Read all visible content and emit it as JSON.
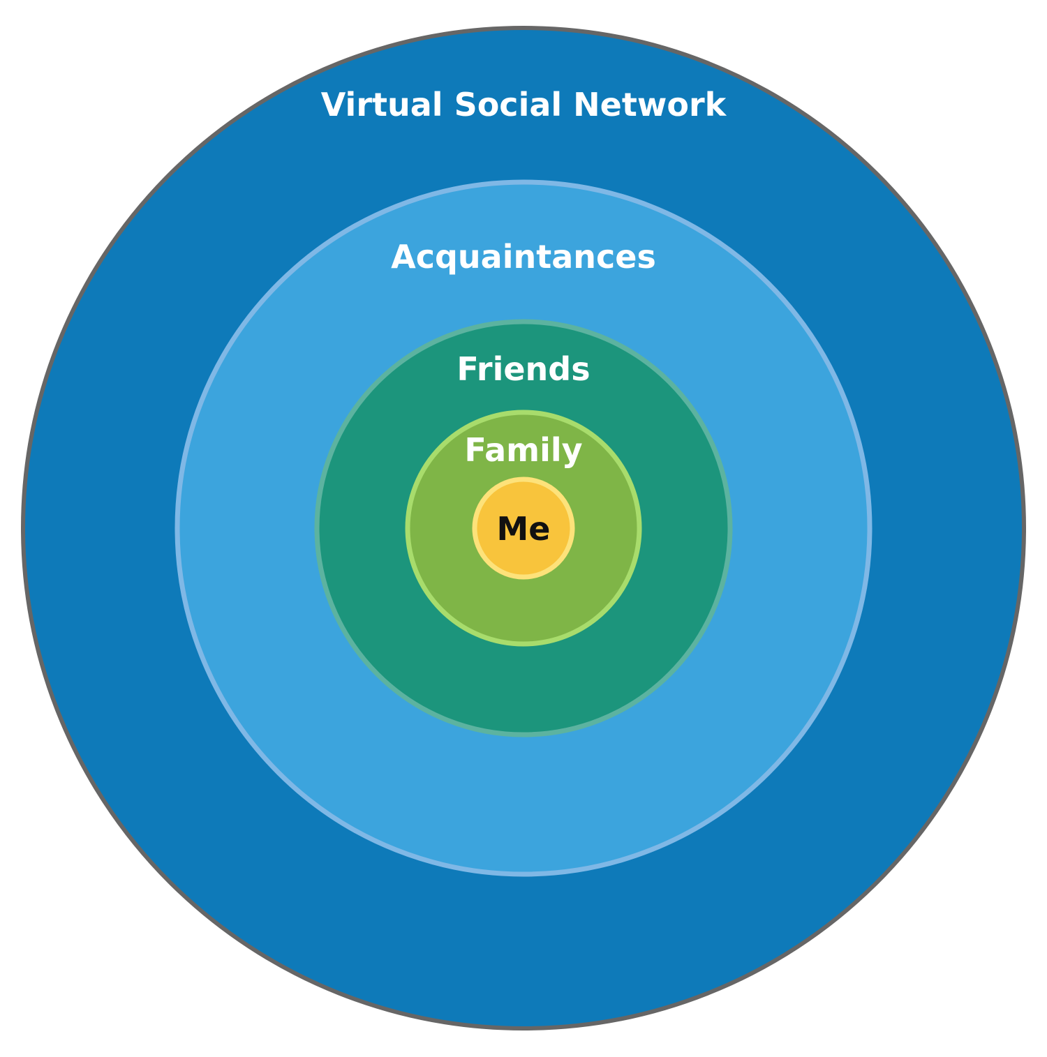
{
  "diagram": {
    "rings": [
      {
        "label": "Virtual Social Network",
        "fill": "#0e7ab9",
        "stroke": "#666666"
      },
      {
        "label": "Acquaintances",
        "fill": "#3ca4dd",
        "stroke": "#7fb8e6"
      },
      {
        "label": "Friends",
        "fill": "#1c957c",
        "stroke": "#5cb3a0"
      },
      {
        "label": "Family",
        "fill": "#7fb547",
        "stroke": "#a8dc6c"
      }
    ],
    "center": {
      "label": "Me",
      "fill": "#f8c43c",
      "stroke": "#fde27a"
    }
  }
}
